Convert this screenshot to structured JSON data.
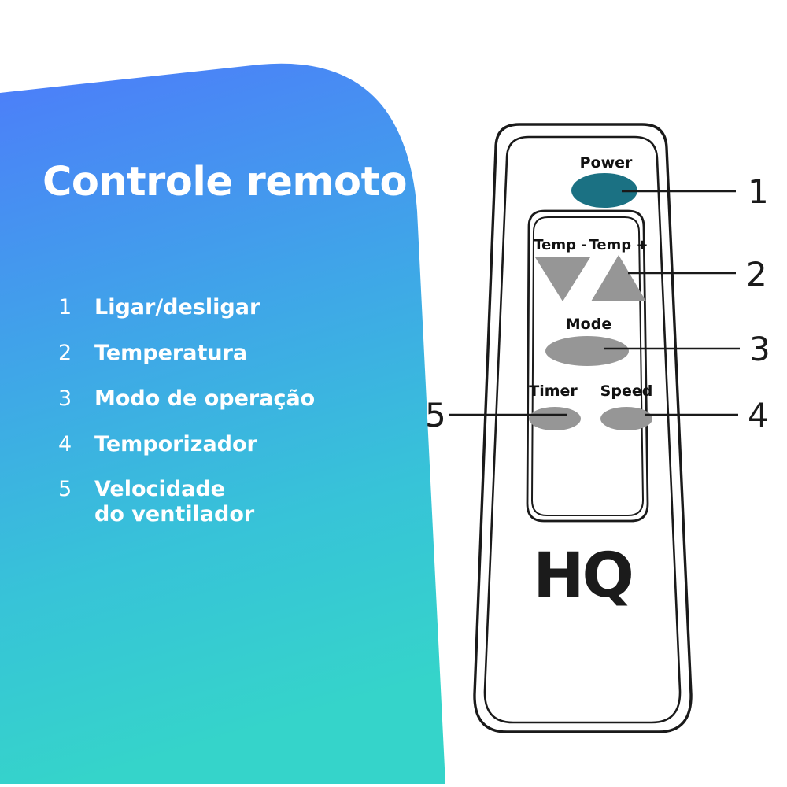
{
  "panel": {
    "gradient_top": "#4d7cfa",
    "gradient_bottom": "#35d4ca",
    "title": "Controle remoto",
    "legend": [
      {
        "num": "1",
        "label": "Ligar/desligar"
      },
      {
        "num": "2",
        "label": "Temperatura"
      },
      {
        "num": "3",
        "label": "Modo de operação"
      },
      {
        "num": "4",
        "label": "Temporizador"
      },
      {
        "num": "5",
        "label": "Velocidade\ndo ventilador"
      }
    ]
  },
  "remote": {
    "brand": "HQ",
    "outline_color": "#1a1a1a",
    "body_fill": "#ffffff",
    "button_gray": "#969696",
    "button_power": "#1b7183",
    "buttons": [
      {
        "id": "power",
        "label": "Power",
        "shape": "ellipse",
        "color": "#1b7183"
      },
      {
        "id": "temp-down",
        "label": "Temp -",
        "shape": "triangle-down",
        "color": "#969696"
      },
      {
        "id": "temp-up",
        "label": "Temp +",
        "shape": "triangle-up",
        "color": "#969696"
      },
      {
        "id": "mode",
        "label": "Mode",
        "shape": "ellipse",
        "color": "#969696"
      },
      {
        "id": "timer",
        "label": "Timer",
        "shape": "ellipse",
        "color": "#969696"
      },
      {
        "id": "speed",
        "label": "Speed",
        "shape": "ellipse",
        "color": "#969696"
      }
    ],
    "callouts": [
      {
        "num": "1",
        "side": "right"
      },
      {
        "num": "2",
        "side": "right"
      },
      {
        "num": "3",
        "side": "right"
      },
      {
        "num": "4",
        "side": "right"
      },
      {
        "num": "5",
        "side": "left"
      }
    ]
  }
}
